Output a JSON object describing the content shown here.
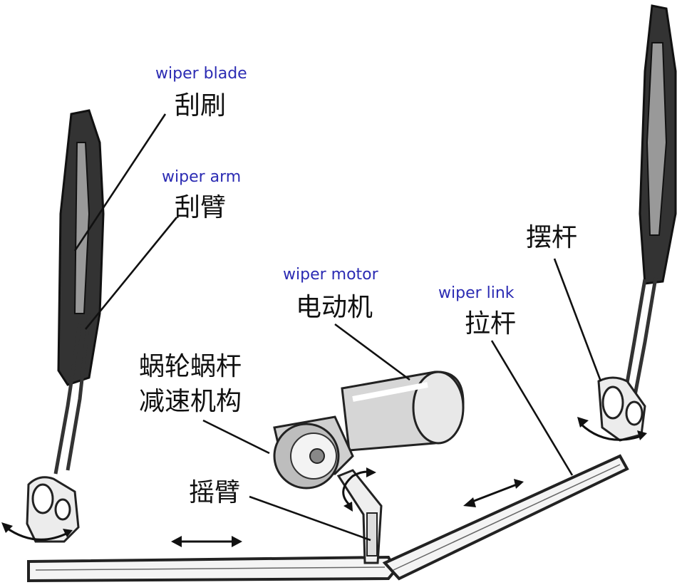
{
  "labels": {
    "wiper_blade": {
      "en": "wiper blade",
      "zh": "刮刷"
    },
    "wiper_arm": {
      "en": "wiper arm",
      "zh": "刮臂"
    },
    "wiper_motor": {
      "en": "wiper motor",
      "zh": "电动机"
    },
    "wiper_link": {
      "en": "wiper link",
      "zh": "拉杆"
    },
    "swing_lever": {
      "zh": "摆杆"
    },
    "worm_gear": {
      "zh_line1": "蜗轮蜗杆",
      "zh_line2": "减速机构"
    },
    "crank_arm": {
      "zh": "摇臂"
    }
  },
  "colors": {
    "english_label": "#2b2bb3",
    "chinese_label": "#111111",
    "drawing": "#222222"
  }
}
